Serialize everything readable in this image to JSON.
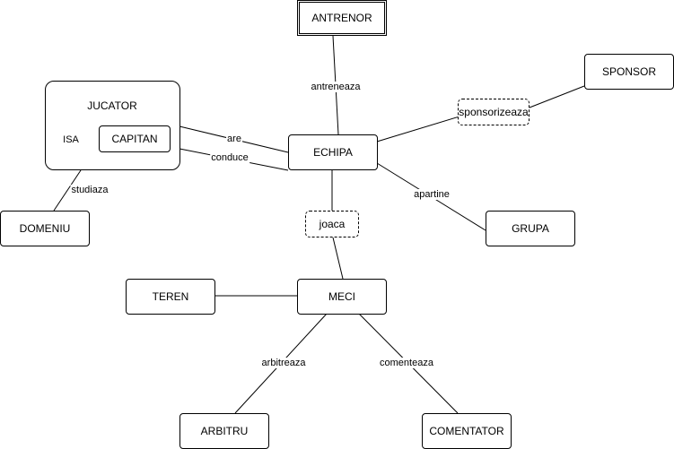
{
  "entities": {
    "antrenor": "ANTRENOR",
    "sponsor": "SPONSOR",
    "jucator": "JUCATOR",
    "capitan": "CAPITAN",
    "echipa": "ECHIPA",
    "domeniu": "DOMENIU",
    "grupa": "GRUPA",
    "teren": "TEREN",
    "meci": "MECI",
    "arbitru": "ARBITRU",
    "comentator": "COMENTATOR"
  },
  "relationships": {
    "sponsorizeaza": "sponsorizeaza",
    "joaca": "joaca"
  },
  "edge_labels": {
    "antreneaza": "antreneaza",
    "are": "are",
    "conduce": "conduce",
    "isa": "ISA",
    "studiaza": "studiaza",
    "apartine": "apartine",
    "arbitreaza": "arbitreaza",
    "comenteaza": "comenteaza"
  }
}
